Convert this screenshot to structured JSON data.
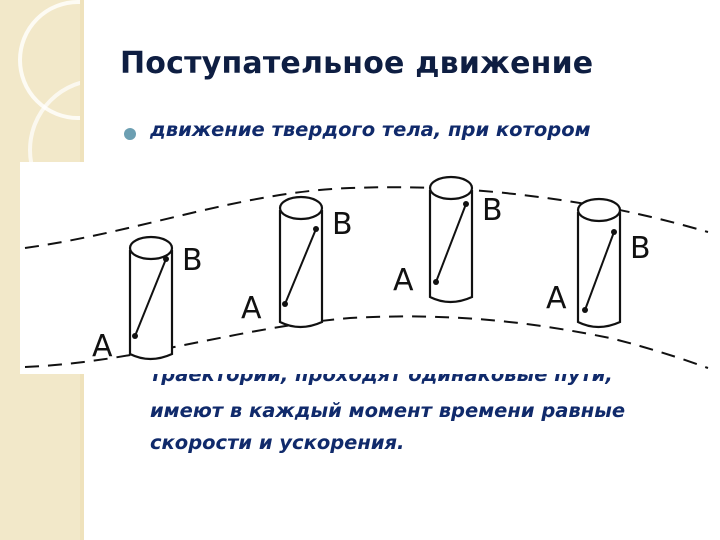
{
  "slide": {
    "title": "Поступательное движение",
    "definition_lines": [
      "движение твердого тела, при котором",
      "траектории, проходят одинаковые пути,",
      "имеют в каждый момент времени равные",
      "скорости и ускорения."
    ]
  },
  "figure": {
    "point_labels": [
      {
        "a": "A",
        "b": "B"
      },
      {
        "a": "A",
        "b": "B"
      },
      {
        "a": "A",
        "b": "B"
      },
      {
        "a": "A",
        "b": "B"
      }
    ]
  }
}
